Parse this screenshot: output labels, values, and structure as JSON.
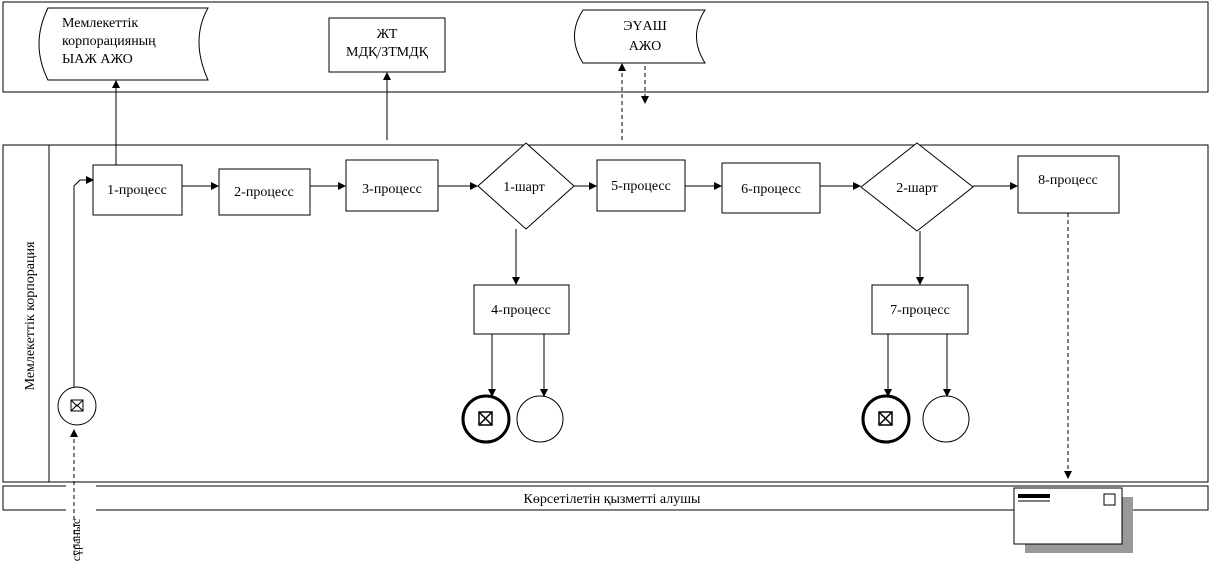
{
  "systems": {
    "s1_line1": "Мемлекеттік",
    "s1_line2": "корпорацияның",
    "s1_line3": "ЫАЖ АЖО",
    "s2_line1": "ЖТ",
    "s2_line2": "МДҚ/ЗТМДҚ",
    "s3_line1": "ЭҮАШ",
    "s3_line2": "АЖО"
  },
  "lane": {
    "label": "Мемлекеттік корпорация"
  },
  "processes": {
    "p1": "1-процесс",
    "p2": "2-процесс",
    "p3": "3-процесс",
    "p4": "4-процесс",
    "p5": "5-процесс",
    "p6": "6-процесс",
    "p7": "7-процесс",
    "p8": "8-процесс"
  },
  "conditions": {
    "c1": "1-шарт",
    "c2": "2-шарт"
  },
  "recipient": {
    "label": "Көрсетілетін қызметті алушы",
    "request": "сұраныс"
  },
  "icons": {
    "start_event": "envelope-icon",
    "end_event": "cancel-end-icon",
    "result_document": "document-icon"
  }
}
